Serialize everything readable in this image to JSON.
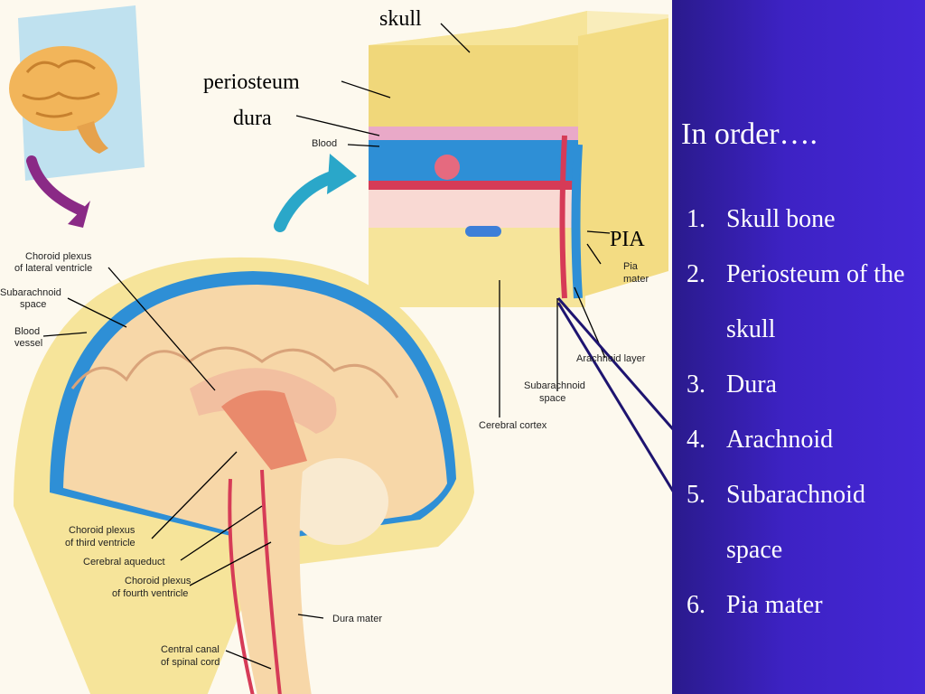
{
  "callouts": {
    "skull": "skull",
    "periosteum": "periosteum",
    "dura": "dura",
    "pia": "PIA"
  },
  "figure_labels": {
    "choroid_lateral_1": "Choroid plexus",
    "choroid_lateral_2": "of lateral ventricle",
    "subarachnoid_1": "Subarachnoid",
    "subarachnoid_2": "space",
    "blood_vessel_1": "Blood",
    "blood_vessel_2": "vessel",
    "blood": "Blood",
    "pia_mater_1": "Pia",
    "pia_mater_2": "mater",
    "arachnoid_layer": "Arachnoid layer",
    "subarachnoid_space_1": "Subarachnoid",
    "subarachnoid_space_2": "space",
    "cerebral_cortex": "Cerebral cortex",
    "choroid_third_1": "Choroid plexus",
    "choroid_third_2": "of third ventricle",
    "cerebral_aqueduct": "Cerebral aqueduct",
    "choroid_fourth_1": "Choroid plexus",
    "choroid_fourth_2": "of fourth ventricle",
    "dura_mater": "Dura mater",
    "central_canal_1": "Central canal",
    "central_canal_2": "of spinal cord"
  },
  "panel": {
    "title": "In order….",
    "items": [
      {
        "num": "1.",
        "text": "Skull bone"
      },
      {
        "num": "2.",
        "text": "Periosteum of the skull"
      },
      {
        "num": "3.",
        "text": "Dura"
      },
      {
        "num": "4.",
        "text": "Arachnoid"
      },
      {
        "num": "5.",
        "text": "Subarachnoid space"
      },
      {
        "num": "6.",
        "text": "Pia mater"
      }
    ]
  },
  "colors": {
    "panel_bg": "#3d22c4",
    "csf_blue": "#2e8fd6",
    "bone_yellow": "#f6e49a",
    "brain_tissue": "#f7d7a8",
    "arrow_teal": "#2aa7c9",
    "arrow_purple": "#8a2a86"
  }
}
